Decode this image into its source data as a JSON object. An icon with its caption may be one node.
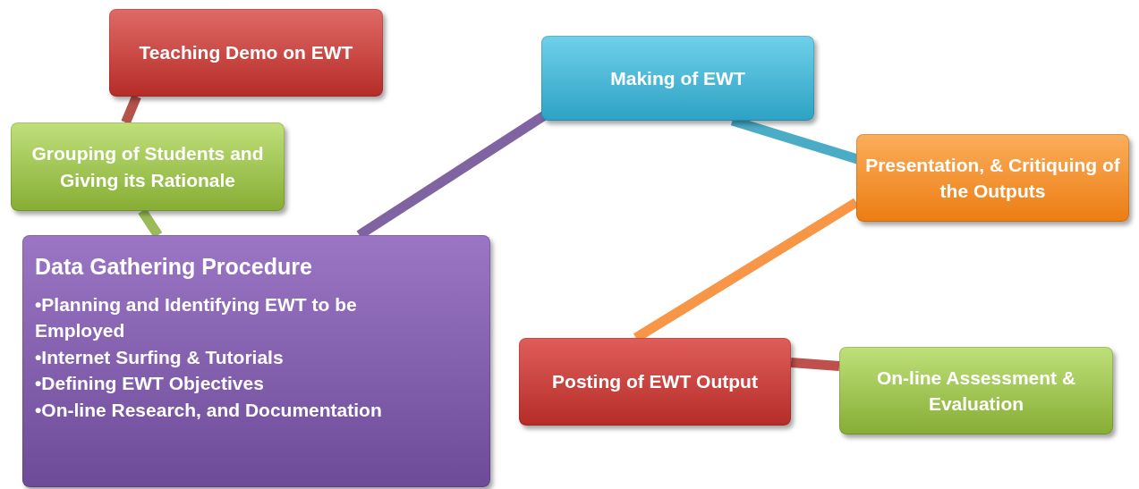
{
  "diagram": {
    "nodes": [
      {
        "text": [
          "Teaching Demo on EWT"
        ]
      },
      {
        "text": [
          "Grouping of Students and Giving its Rationale"
        ]
      },
      {
        "text": [
          "Data Gathering Procedure",
          "•Planning and Identifying EWT to be Employed",
          "•Internet Surfing & Tutorials",
          "•Defining EWT Objectives",
          "•On-line Research, and Documentation"
        ]
      },
      {
        "text": [
          "Making of EWT"
        ]
      },
      {
        "text": [
          "Presentation, & Critiquing of the Outputs"
        ]
      },
      {
        "text": [
          "Posting of EWT Output"
        ]
      },
      {
        "text": [
          "On-line Assessment & Evaluation"
        ]
      }
    ],
    "edges": [
      {
        "from": 0,
        "to": 1,
        "arrow": "none",
        "color": "#b5524a"
      },
      {
        "from": 1,
        "to": 2,
        "arrow": "none",
        "color": "#9bbb59"
      },
      {
        "from": 2,
        "to": 3,
        "arrow": "none",
        "color": "#8064a2"
      },
      {
        "from": 3,
        "to": 4,
        "arrow": "none",
        "color": "#4bacc6"
      },
      {
        "from": 4,
        "to": 5,
        "arrow": "none",
        "color": "#f79646"
      },
      {
        "from": 5,
        "to": 6,
        "arrow": "none",
        "color": "#c0504d"
      }
    ]
  }
}
